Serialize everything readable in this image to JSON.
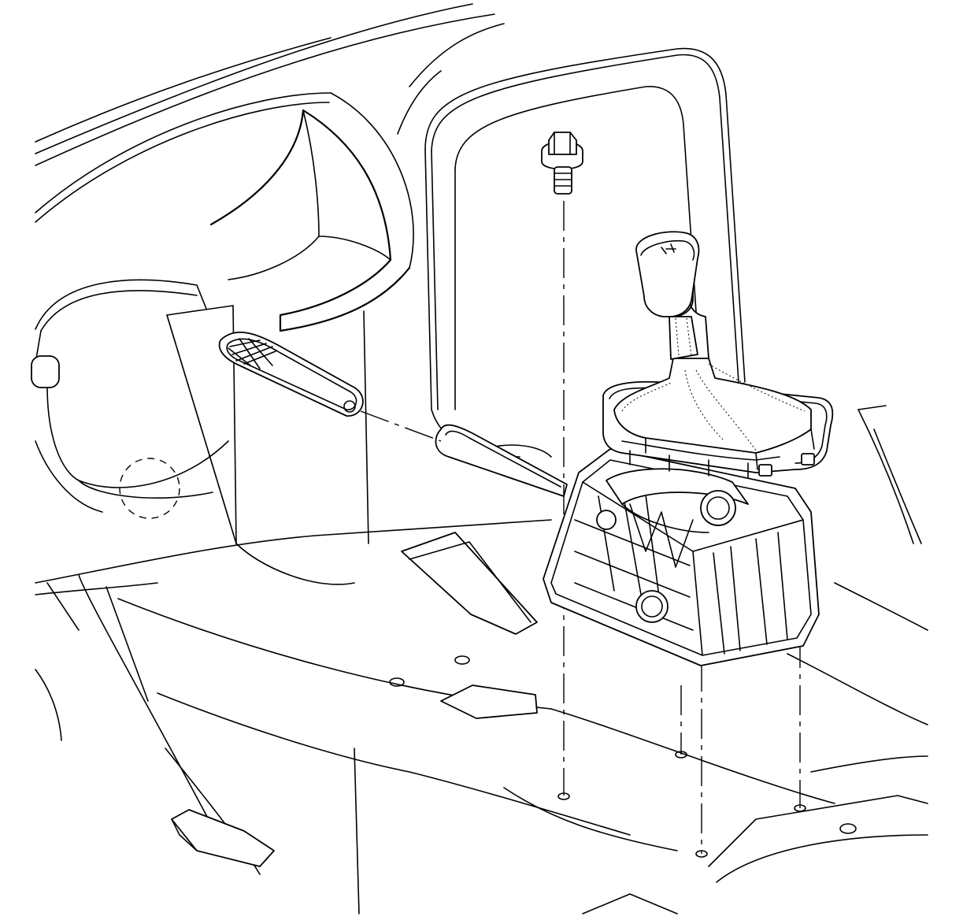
{
  "diagram": {
    "type": "exploded-view-illustration",
    "components": [
      "interior-floor-panel",
      "dashboard",
      "steering-wheel",
      "console-trim-panel",
      "shifter-knob",
      "shifter-boot",
      "shifter-bezel",
      "shifter-housing",
      "shifter-bolt",
      "handle-part",
      "floor-mount-holes"
    ],
    "colors": {
      "line": "#000000",
      "background": "#ffffff"
    }
  }
}
